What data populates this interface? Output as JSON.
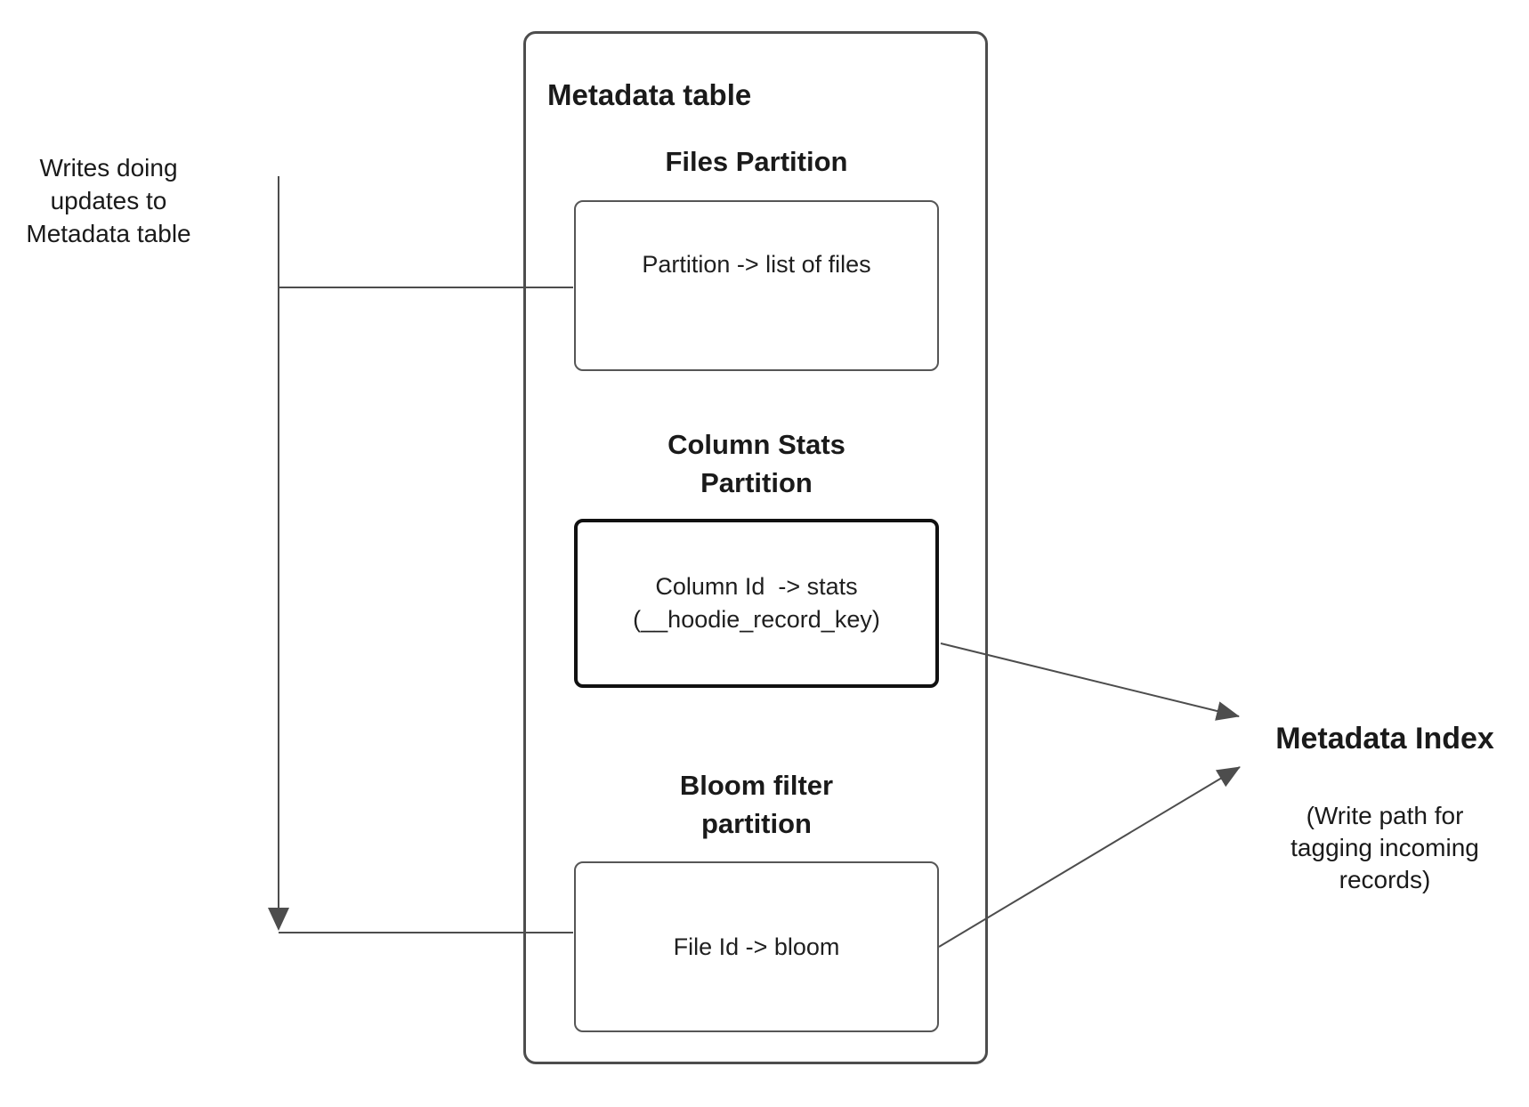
{
  "diagram": {
    "left_note": "Writes doing\nupdates to\nMetadata table",
    "metadata_table": {
      "title": "Metadata table",
      "files_partition": {
        "heading": "Files Partition",
        "box_text": "Partition -> list of files"
      },
      "column_stats_partition": {
        "heading": "Column Stats\nPartition",
        "box_line1": "Column Id  -> stats",
        "box_line2": "(__hoodie_record_key)"
      },
      "bloom_filter_partition": {
        "heading": "Bloom filter\npartition",
        "box_text": "File Id -> bloom"
      }
    },
    "metadata_index": {
      "title": "Metadata Index",
      "subtitle": "(Write path for\ntagging incoming\nrecords)"
    }
  },
  "colors": {
    "background": "#ffffff",
    "connector_stroke": "#4d4d4d",
    "box_border": "#565656",
    "emphasized_box_border": "#111111",
    "text": "#1a1a1a"
  }
}
